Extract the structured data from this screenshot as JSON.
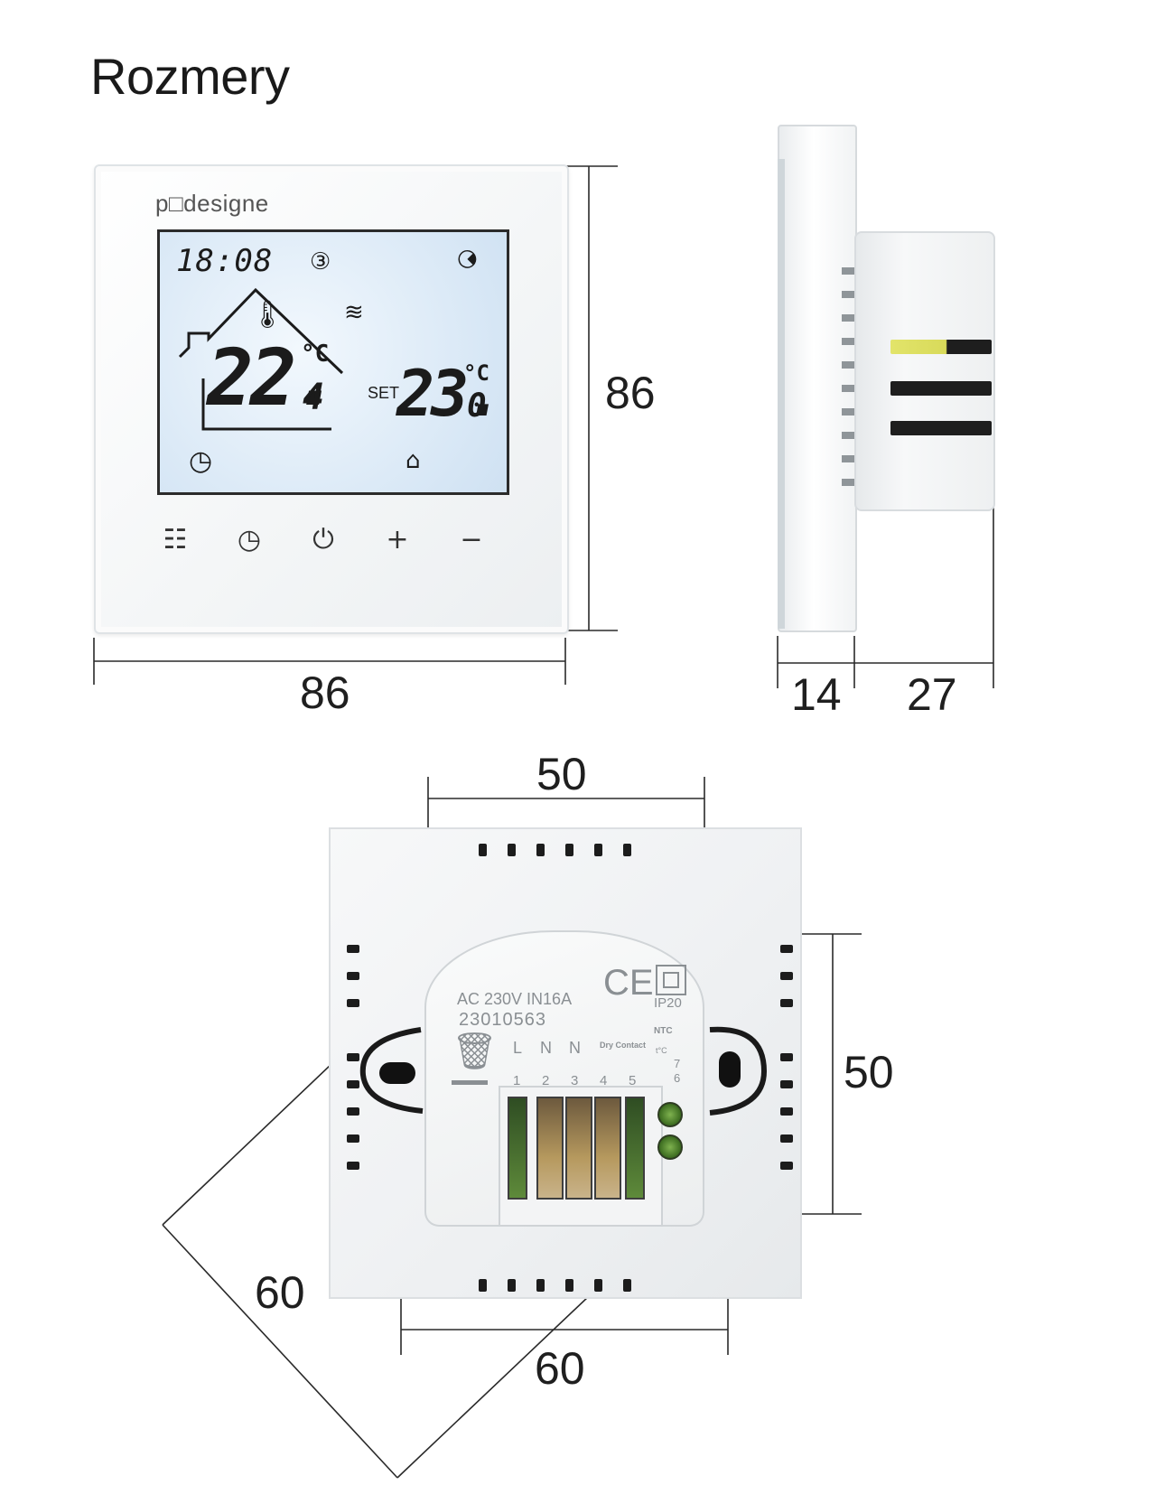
{
  "title": "Rozmery",
  "dimensions": {
    "front_width": "86",
    "front_height": "86",
    "side_front_depth": "14",
    "side_back_depth": "27",
    "back_box_width": "50",
    "back_box_height": "50",
    "back_mount_width": "60",
    "back_diagonal": "60"
  },
  "device": {
    "brand": "p□designe",
    "clock": "18:08",
    "mode_number": "③",
    "room_temp": "22.",
    "room_temp_decimal": "4",
    "unit": "°C",
    "set_label": "SET",
    "set_temp": "23.",
    "set_temp_decimal": "0",
    "icons": [
      "wifi-icon",
      "thermometer-icon",
      "heating-icon",
      "clock-icon",
      "away-mode-icon"
    ],
    "buttons": [
      {
        "name": "menu-button",
        "glyph": "☷"
      },
      {
        "name": "timer-button",
        "glyph": "◷"
      },
      {
        "name": "power-button",
        "glyph": "⏻"
      },
      {
        "name": "plus-button",
        "glyph": "+"
      },
      {
        "name": "minus-button",
        "glyph": "−"
      }
    ]
  },
  "back_label": {
    "rating": "AC 230V   IN16A",
    "serial": "23010563",
    "ce_mark": "CE",
    "ip_rating": "IP20",
    "ntc_label": "NTC",
    "ntc_symbol": "t°C",
    "dry_contact": "Dry Contact",
    "terminal_letters": [
      "L",
      "N",
      "N"
    ],
    "terminal_numbers": [
      "1",
      "2",
      "3",
      "4",
      "5"
    ],
    "ntc_numbers": [
      "7",
      "6"
    ]
  },
  "colors": {
    "line": "#2a2a2a",
    "lcd_bg": "#d9e8f6",
    "terminal_brass": "#b6995e"
  }
}
